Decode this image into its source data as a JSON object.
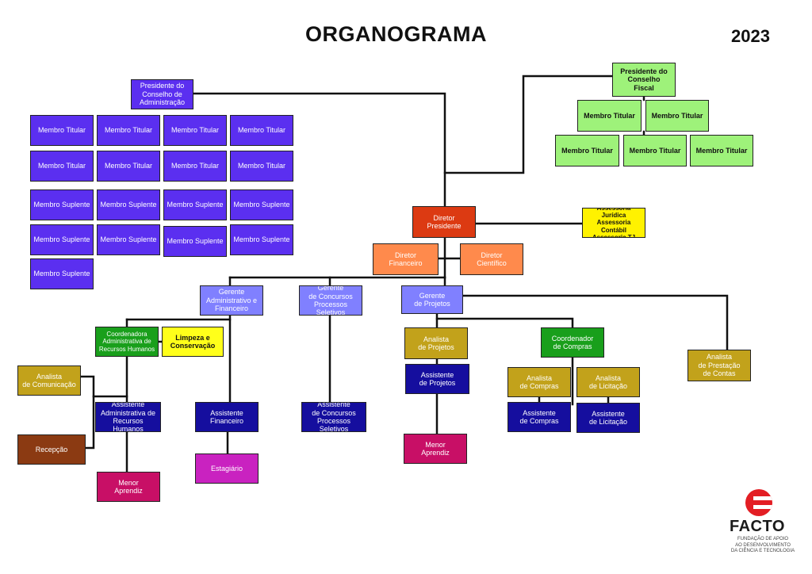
{
  "header": {
    "title": "ORGANOGRAMA",
    "year": "2023"
  },
  "colors": {
    "board": "#5b2ff0",
    "fiscal": "#9ef27a",
    "director": "#dc3a12",
    "advisory": "#fff200",
    "executive": "#ff8a4c",
    "manager": "#8080ff",
    "coordinator": "#199f1b",
    "cleaning": "#ffff1a",
    "analyst": "#c2a21b",
    "assistant": "#150e9e",
    "reception": "#8b3a12",
    "apprentice": "#c80f66",
    "intern": "#c922c0"
  },
  "nodes": [
    {
      "id": "pres-conselho-adm",
      "text": "Presidente do\nConselho de\nAdministração",
      "color": "board"
    },
    {
      "id": "ca-titular-1",
      "text": "Membro Titular",
      "color": "board"
    },
    {
      "id": "ca-titular-2",
      "text": "Membro Titular",
      "color": "board"
    },
    {
      "id": "ca-titular-3",
      "text": "Membro Titular",
      "color": "board"
    },
    {
      "id": "ca-titular-4",
      "text": "Membro Titular",
      "color": "board"
    },
    {
      "id": "ca-titular-5",
      "text": "Membro Titular",
      "color": "board"
    },
    {
      "id": "ca-titular-6",
      "text": "Membro Titular",
      "color": "board"
    },
    {
      "id": "ca-titular-7",
      "text": "Membro Titular",
      "color": "board"
    },
    {
      "id": "ca-titular-8",
      "text": "Membro Titular",
      "color": "board"
    },
    {
      "id": "ca-suplente-1",
      "text": "Membro Suplente",
      "color": "board"
    },
    {
      "id": "ca-suplente-2",
      "text": "Membro Suplente",
      "color": "board"
    },
    {
      "id": "ca-suplente-3",
      "text": "Membro Suplente",
      "color": "board"
    },
    {
      "id": "ca-suplente-4",
      "text": "Membro Suplente",
      "color": "board"
    },
    {
      "id": "ca-suplente-5",
      "text": "Membro Suplente",
      "color": "board"
    },
    {
      "id": "ca-suplente-6",
      "text": "Membro Suplente",
      "color": "board"
    },
    {
      "id": "ca-suplente-7",
      "text": "Membro Suplente",
      "color": "board"
    },
    {
      "id": "ca-suplente-8",
      "text": "Membro Suplente",
      "color": "board"
    },
    {
      "id": "ca-suplente-9",
      "text": "Membro Suplente",
      "color": "board"
    },
    {
      "id": "pres-conselho-fiscal",
      "text": "Presidente do\nConselho\nFiscal",
      "color": "fiscal"
    },
    {
      "id": "cf-titular-1",
      "text": "Membro Titular",
      "color": "fiscal"
    },
    {
      "id": "cf-titular-2",
      "text": "Membro Titular",
      "color": "fiscal"
    },
    {
      "id": "cf-titular-3",
      "text": "Membro Titular",
      "color": "fiscal"
    },
    {
      "id": "cf-titular-4",
      "text": "Membro Titular",
      "color": "fiscal"
    },
    {
      "id": "cf-titular-5",
      "text": "Membro Titular",
      "color": "fiscal"
    },
    {
      "id": "diretor-presidente",
      "text": "Diretor\nPresidente",
      "color": "director"
    },
    {
      "id": "assessorias",
      "text": "Assessoria Jurídica\nAssessoria Contábil\nAssessoria TJ",
      "color": "advisory"
    },
    {
      "id": "diretor-financeiro",
      "text": "Diretor\nFinanceiro",
      "color": "executive"
    },
    {
      "id": "diretor-cientifico",
      "text": "Diretor\nCientífico",
      "color": "executive"
    },
    {
      "id": "gerente-adm-fin",
      "text": "Gerente\nAdministrativo e\nFinanceiro",
      "color": "manager"
    },
    {
      "id": "gerente-concursos",
      "text": "Gerente\nde Concursos\nProcessos Seletivos",
      "color": "manager"
    },
    {
      "id": "gerente-projetos",
      "text": "Gerente\nde Projetos",
      "color": "manager"
    },
    {
      "id": "coord-rh",
      "text": "Coordenadora\nAdministrativa de\nRecursos Humanos",
      "color": "coordinator"
    },
    {
      "id": "limpeza",
      "text": "Limpeza e\nConservação",
      "color": "cleaning"
    },
    {
      "id": "analista-comunicacao",
      "text": "Analista\nde Comunicação",
      "color": "analyst"
    },
    {
      "id": "recepcao",
      "text": "Recepção",
      "color": "reception"
    },
    {
      "id": "assistente-rh",
      "text": "Assistente\nAdministrativa de\nRecursos Humanos",
      "color": "assistant"
    },
    {
      "id": "menor-aprendiz-1",
      "text": "Menor\nAprendiz",
      "color": "apprentice"
    },
    {
      "id": "assistente-financeiro",
      "text": "Assistente\nFinanceiro",
      "color": "assistant"
    },
    {
      "id": "estagiario",
      "text": "Estagiário",
      "color": "intern"
    },
    {
      "id": "assistente-concursos",
      "text": "Assistente\nde Concursos\nProcessos Seletivos",
      "color": "assistant"
    },
    {
      "id": "analista-projetos",
      "text": "Analista\nde Projetos",
      "color": "analyst"
    },
    {
      "id": "assistente-projetos",
      "text": "Assistente\nde Projetos",
      "color": "assistant"
    },
    {
      "id": "menor-aprendiz-2",
      "text": "Menor\nAprendiz",
      "color": "apprentice"
    },
    {
      "id": "coord-compras",
      "text": "Coordenador\nde Compras",
      "color": "coordinator"
    },
    {
      "id": "analista-compras",
      "text": "Analista\nde Compras",
      "color": "analyst"
    },
    {
      "id": "analista-licitacao",
      "text": "Analista\nde Licitação",
      "color": "analyst"
    },
    {
      "id": "assistente-compras",
      "text": "Assistente\nde Compras",
      "color": "assistant"
    },
    {
      "id": "assistente-licitacao",
      "text": "Assistente\nde Licitação",
      "color": "assistant"
    },
    {
      "id": "analista-prestacao-contas",
      "text": "Analista\nde Prestação\nde Contas",
      "color": "analyst"
    }
  ],
  "logo": {
    "name": "FACTO",
    "subtitle": "FUNDAÇÃO DE APOIO\nAO DESENVOLVIMENTO\nDA CIÊNCIA E TECNOLOGIA"
  }
}
